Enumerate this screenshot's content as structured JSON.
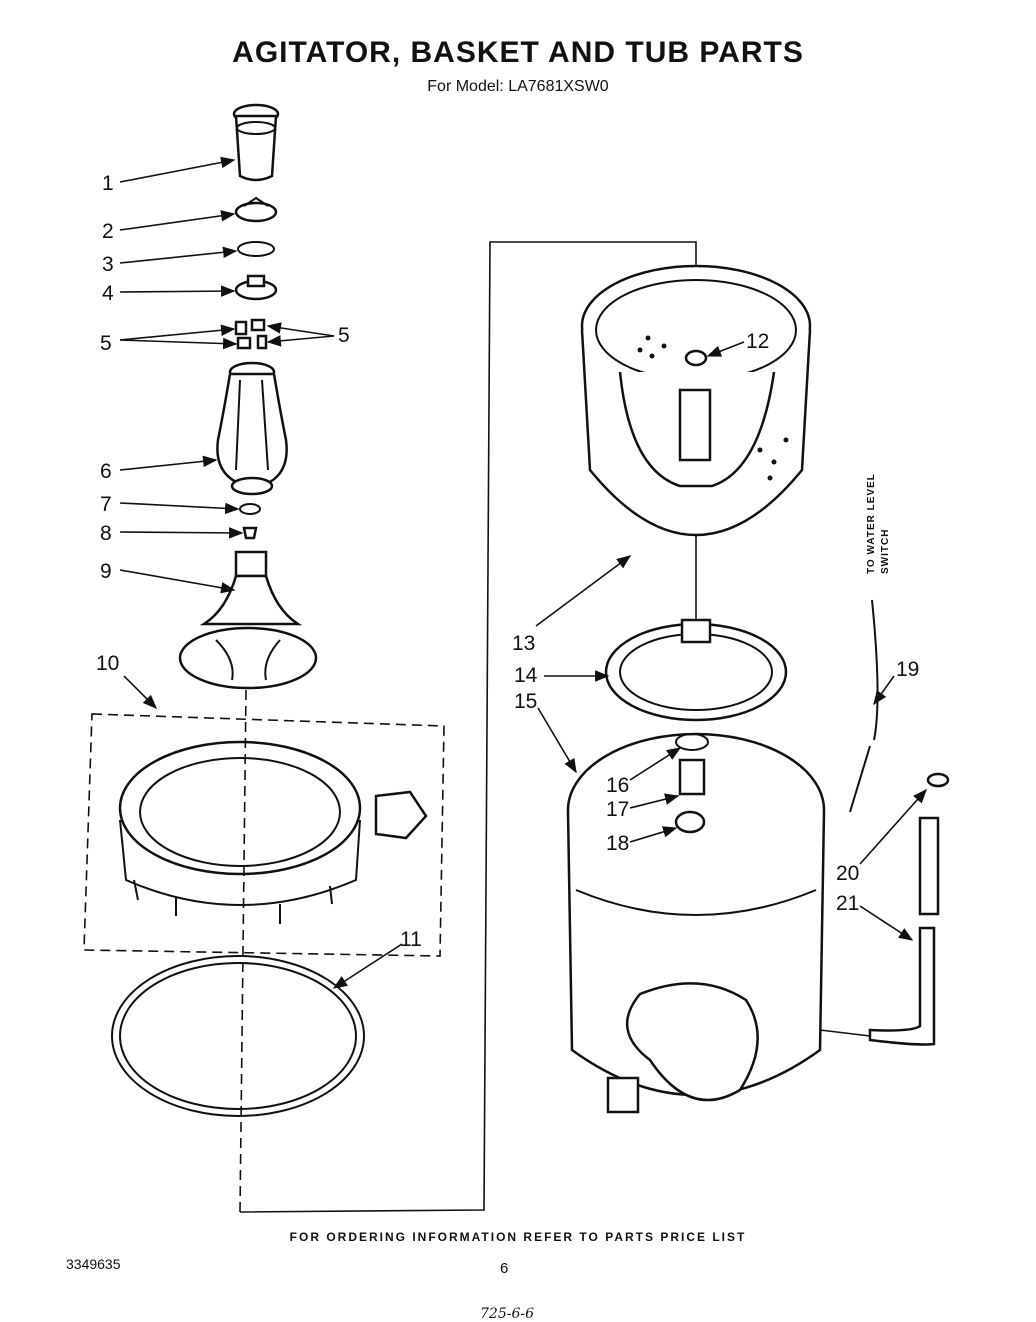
{
  "title": "AGITATOR, BASKET AND TUB PARTS",
  "subtitle": "For Model: LA7681XSW0",
  "footer_note": "FOR ORDERING INFORMATION REFER TO PARTS PRICE LIST",
  "document_number": "3349635",
  "page_number": "6",
  "handwritten_note": "725-6-6",
  "side_annotation": {
    "line1": "TO WATER LEVEL",
    "line2": "SWITCH"
  },
  "part_labels": [
    "1",
    "2",
    "3",
    "4",
    "5",
    "5",
    "6",
    "7",
    "8",
    "9",
    "10",
    "11",
    "12",
    "13",
    "14",
    "15",
    "16",
    "17",
    "18",
    "19",
    "20",
    "21"
  ]
}
